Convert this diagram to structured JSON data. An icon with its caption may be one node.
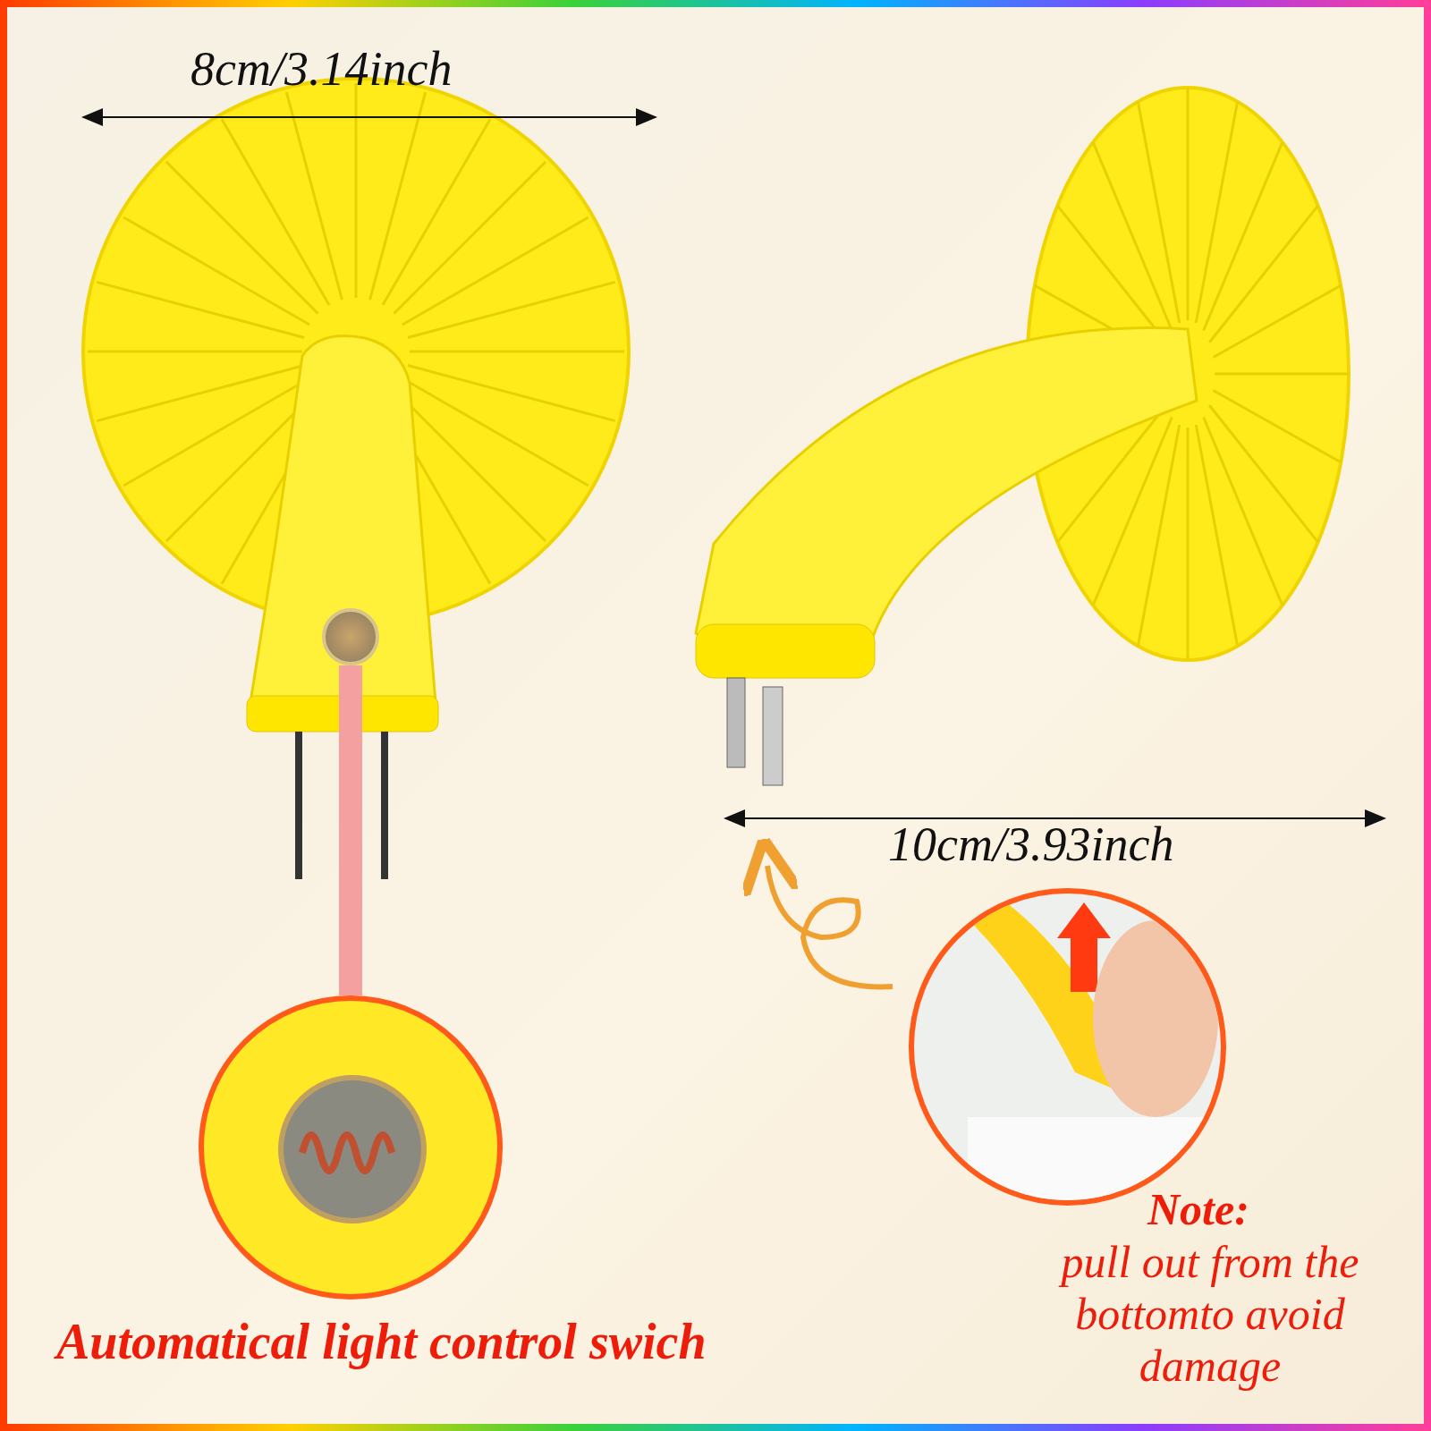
{
  "diagram": {
    "nodes": [
      {
        "text": [],
        "shape": "picture"
      },
      {
        "text": [],
        "shape": "picture"
      }
    ],
    "edges": [
      {
        "from": 0,
        "to": 1,
        "arrow": "none"
      }
    ],
    "labels": [
      "8cm/3.14inch",
      "10cm/3.93inch",
      "Automatical light control swich",
      "Note:",
      "pull out from the bottomto avoid damage"
    ]
  }
}
